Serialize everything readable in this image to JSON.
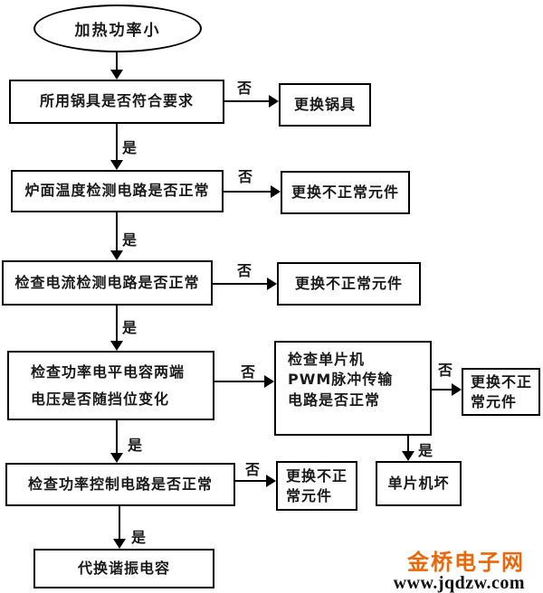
{
  "diagram": {
    "type": "flowchart",
    "topic": "加热功率小故障检修流程"
  },
  "edges": {
    "yes": "是",
    "no": "否"
  },
  "nodes": {
    "start": {
      "label": "加热功率小"
    },
    "q_pot": {
      "label": "所用锅具是否符合要求"
    },
    "a_pot": {
      "label": "更换锅具"
    },
    "q_temp": {
      "label": "炉面温度检测电路是否正常"
    },
    "a_temp": {
      "label": "更换不正常元件"
    },
    "q_current": {
      "label": "检查电流检测电路是否正常"
    },
    "a_current": {
      "label": "更换不正常元件"
    },
    "q_cap": {
      "lines": [
        "检查功率电平电容两端",
        "电压是否随挡位变化"
      ]
    },
    "q_pwm": {
      "lines": [
        "检查单片机",
        "PWM脉冲传输",
        "电路是否正常"
      ]
    },
    "a_pwm": {
      "lines": [
        "更换不正",
        "常元件"
      ]
    },
    "mcu_bad": {
      "label": "单片机坏"
    },
    "q_power": {
      "label": "检查功率控制电路是否正常"
    },
    "a_power": {
      "lines": [
        "更换不正",
        "常元件"
      ]
    },
    "final": {
      "label": "代换谐振电容"
    }
  },
  "watermark": {
    "site_name": "金桥电子网",
    "site_url": "www.jqdzw.com",
    "accent_color": "#e8680b"
  }
}
